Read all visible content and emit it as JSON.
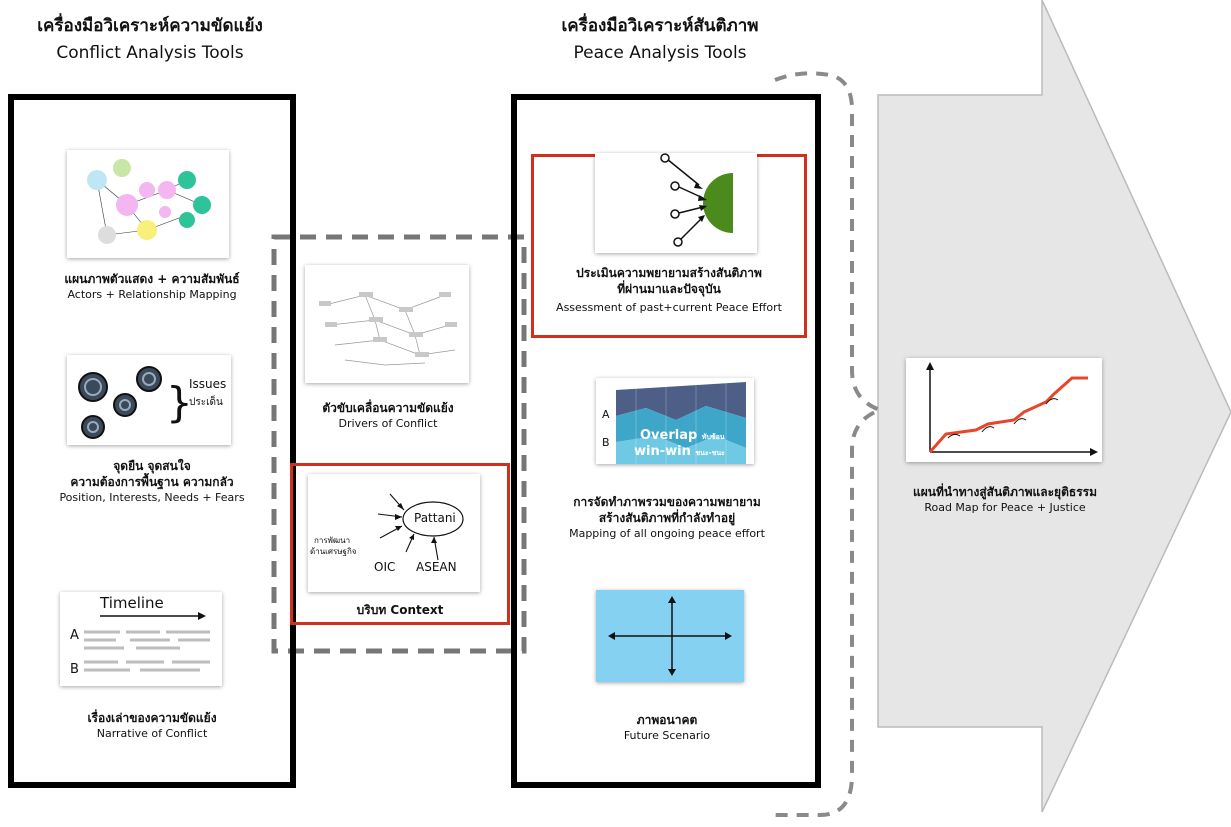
{
  "conflict_tools": {
    "title_th": "เครื่องมือวิเคราะห์ความขัดแย้ง",
    "title_en": "Conflict Analysis Tools",
    "items": [
      {
        "label_th": "แผนภาพตัวแสดง + ความสัมพันธ์",
        "label_en": "Actors + Relationship Mapping"
      },
      {
        "label_th": "จุดยืน จุดสนใจ",
        "label_th2": "ความต้องการพื้นฐาน ความกลัว",
        "label_en": "Position, Interests, Needs + Fears"
      },
      {
        "label_th": "เรื่องเล่าของความขัดแย้ง",
        "label_en": "Narrative of Conflict"
      }
    ],
    "issues": {
      "en": "Issues",
      "th": "ประเด็น"
    },
    "timeline": {
      "title": "Timeline",
      "a": "A",
      "b": "B"
    }
  },
  "context_tools": {
    "drivers": {
      "label_th": "ตัวขับเคลื่อนความขัดแย้ง",
      "label_en": "Drivers of Conflict"
    },
    "context": {
      "label_th": "บริบท Context",
      "pattani": "Pattani",
      "econ1": "การพัฒนา",
      "econ2": "ด้านเศรษฐกิจ",
      "oic": "OIC",
      "asean": "ASEAN"
    }
  },
  "peace_tools": {
    "title_th": "เครื่องมือวิเคราะห์สันติภาพ",
    "title_en": "Peace Analysis Tools",
    "items": [
      {
        "label_th": "ประเมินความพยายามสร้างสันติภาพ",
        "label_th2": "ที่ผ่านมาและปัจจุบัน",
        "label_en": "Assessment of past+current Peace Effort"
      },
      {
        "label_th": "การจัดทำภาพรวมของความพยายาม",
        "label_th2": "สร้างสันติภาพที่กำลังทำอยู่",
        "label_en": "Mapping of all ongoing peace effort"
      },
      {
        "label_th": "ภาพอนาคต",
        "label_en": "Future Scenario"
      }
    ],
    "overlap": {
      "a": "A",
      "b": "B",
      "l1": "Overlap",
      "l1s": "ทับซ้อน",
      "l2": "win-win",
      "l2s": "ชนะ-ชนะ"
    }
  },
  "roadmap": {
    "label_th": "แผนที่นำทางสู่สันติภาพและยุติธรรม",
    "label_en": "Road Map for Peace + Justice"
  },
  "colors": {
    "frame": "#000000",
    "highlight": "#d0301c",
    "dashed": "#777777",
    "arrow_fill": "#e6e6e6",
    "future_bg": "#84d1f1",
    "road_line": "#e8452a"
  }
}
